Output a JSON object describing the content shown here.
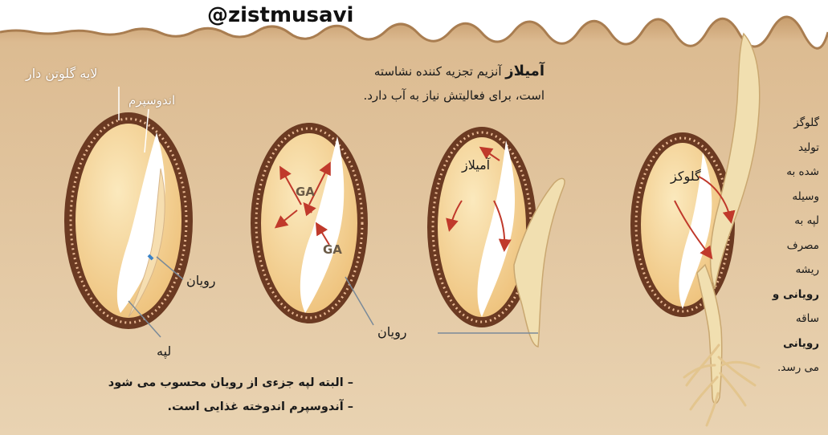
{
  "watermark": "@zistmusavi",
  "amylase_description": {
    "term": "آمیلاز",
    "rest": "آنزیم تجزیه کننده نشاسته",
    "line2": "است، برای فعالیتش نیاز به آب دارد."
  },
  "labels": {
    "aleurone_layer": "لایه گلوتن دار",
    "endosperm": "اندوسپرم",
    "embryo_1": "رویان",
    "cotyledon": "لپه",
    "embryo_2": "رویان",
    "ga_1": "GA",
    "ga_2": "GA",
    "amylase_inside": "آمیلاز",
    "glucose_inside": "گلوکز"
  },
  "glucose_note": {
    "lines": [
      "گلوگز",
      "تولید",
      "شده به",
      "وسیله",
      "لپه به",
      "مصرف",
      "ریشه",
      "رویانی و",
      "ساقه",
      "رویانی",
      "می رسد."
    ]
  },
  "notes": {
    "line1": "– البته لپه جزءی از رویان محسوب می شود",
    "line2": "– آندوسپرم اندوخته غذایی است."
  },
  "colors": {
    "soil": "#ddbf95",
    "soil_dark": "#c9a57a",
    "seed_coat": "#6b3a22",
    "endosperm": "#f5d99b",
    "embryo": "#ffffff",
    "arrow": "#c0392b",
    "sprout": "#f1dfb0"
  }
}
